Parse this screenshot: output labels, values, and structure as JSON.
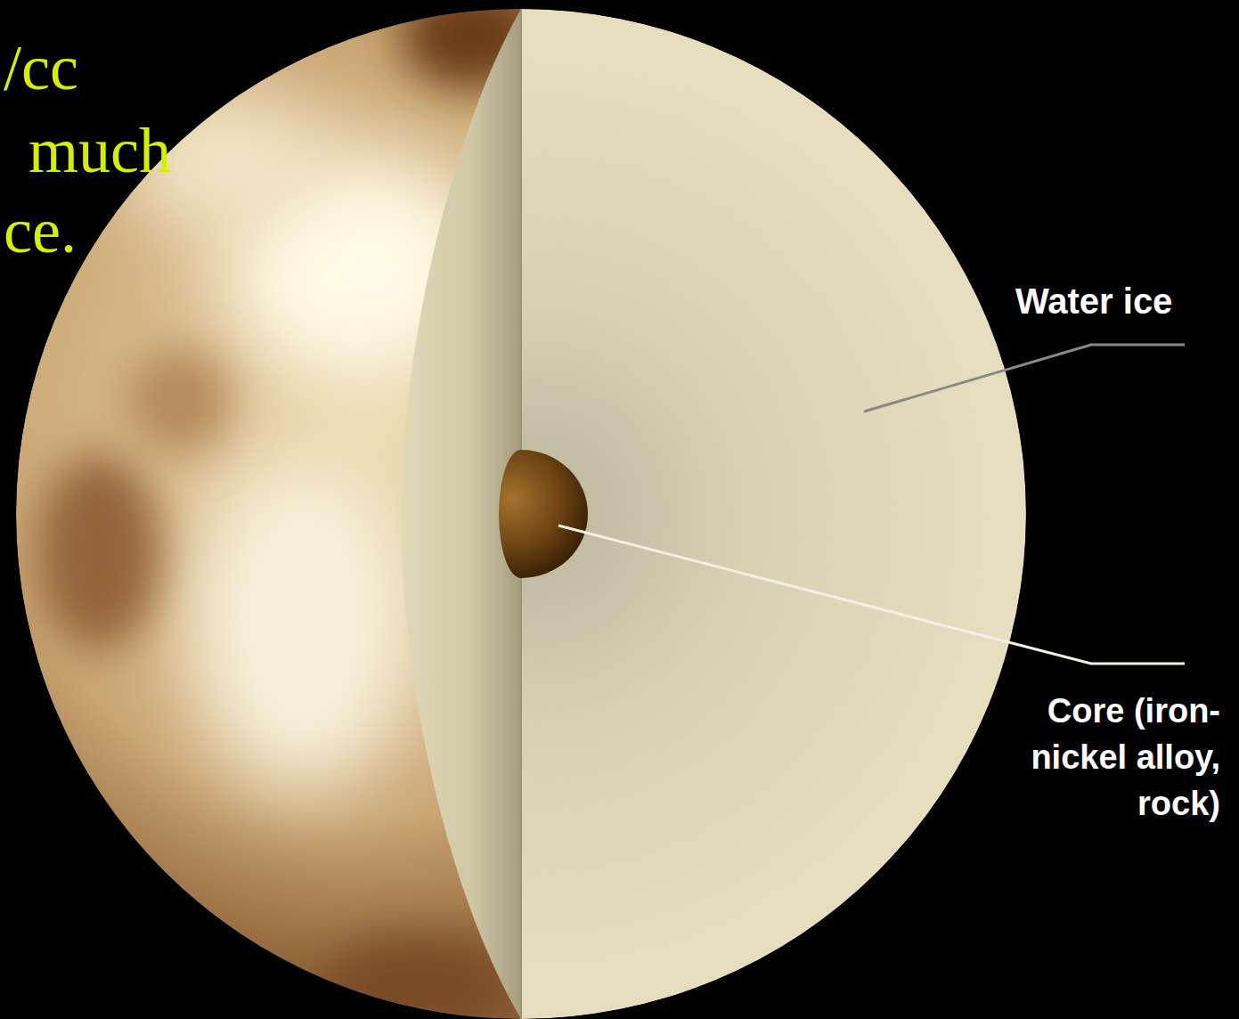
{
  "diagram": {
    "labels": [
      "/cc",
      "much",
      "ce.",
      "Water ice",
      "Core (iron-nickel alloy, rock)"
    ]
  }
}
